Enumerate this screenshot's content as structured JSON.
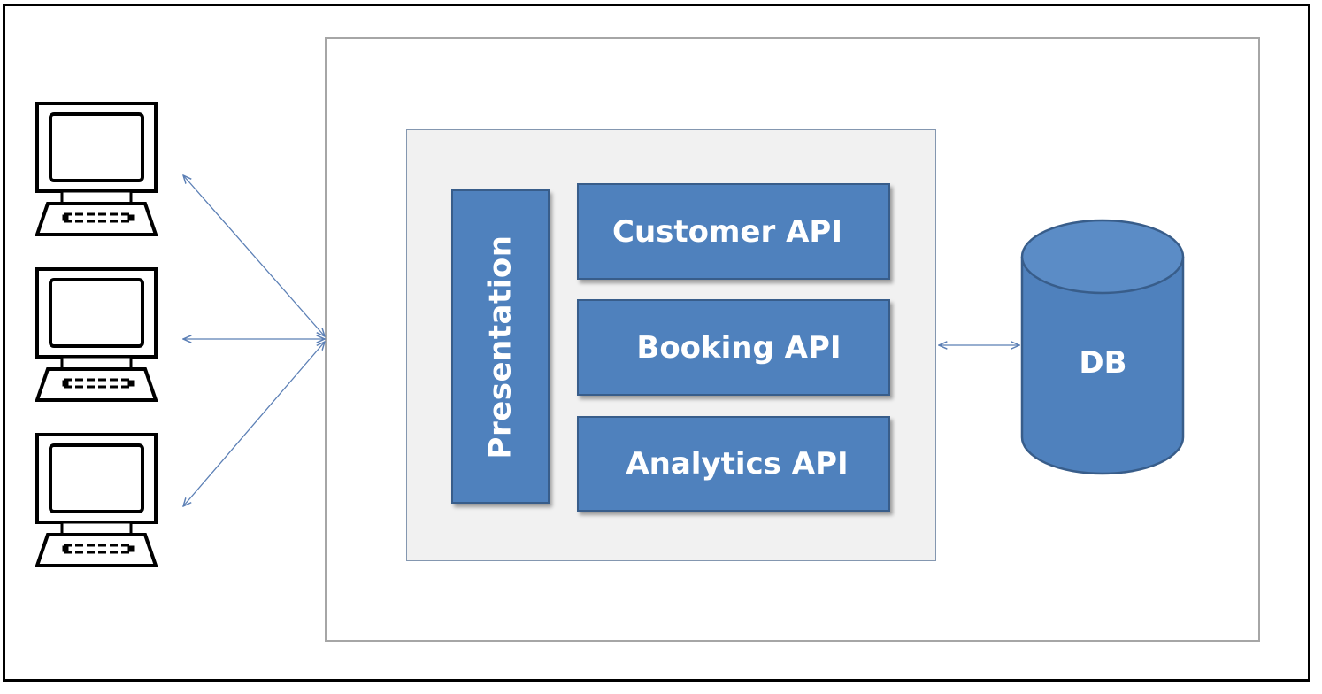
{
  "diagram": {
    "presentation_label": "Presentation",
    "apis": [
      {
        "label": "Customer API"
      },
      {
        "label": "Booking API"
      },
      {
        "label": "Analytics API"
      }
    ],
    "database_label": "DB",
    "clients": [
      {
        "icon": "computer-terminal-icon"
      },
      {
        "icon": "computer-terminal-icon"
      },
      {
        "icon": "computer-terminal-icon"
      }
    ],
    "colors": {
      "block_fill": "#4f81bd",
      "block_border": "#385d8a",
      "container_fill": "#f1f1f1",
      "connector": "#5b7fb5",
      "frame": "#000000"
    }
  }
}
